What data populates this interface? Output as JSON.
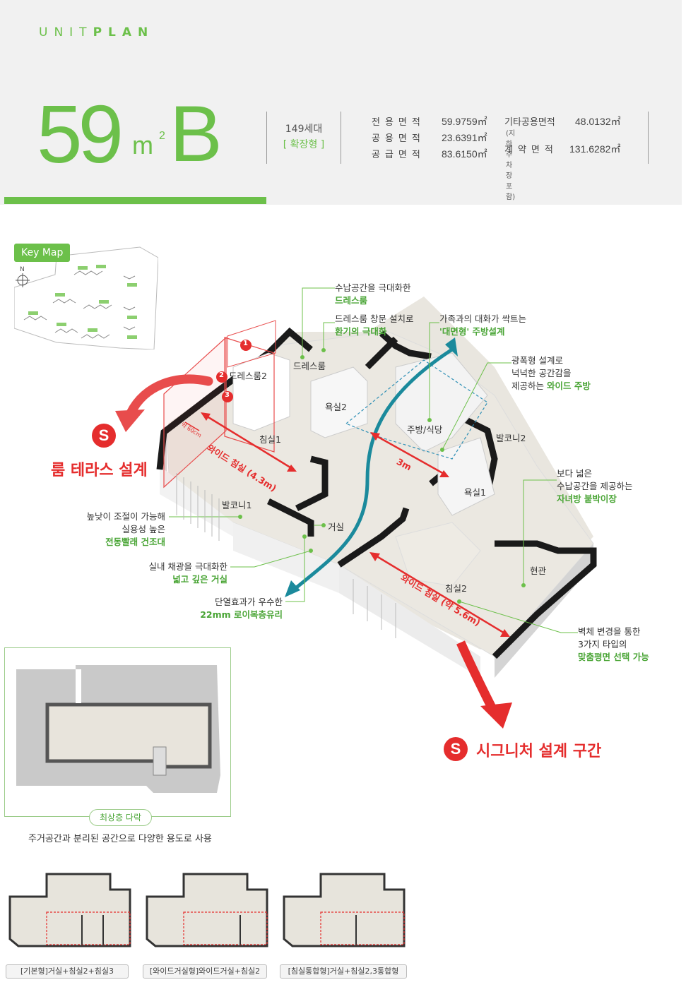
{
  "header": {
    "unitplan_light": "UNIT",
    "unitplan_bold": "PLAN",
    "size_number": "59",
    "size_unit": "m",
    "size_sup": "2",
    "size_type": "B",
    "households": "149세대",
    "households_type": "[ 확장형 ]"
  },
  "areas": {
    "exclusive_label": "전용면적",
    "exclusive_value": "59.9759㎡",
    "common_label": "공용면적",
    "common_value": "23.6391㎡",
    "supply_label": "공급면적",
    "supply_value": "83.6150㎡",
    "other_common_label": "기타공용면적",
    "other_common_note": "(지하주차장포함)",
    "other_common_value": "48.0132㎡",
    "contract_label": "계약면적",
    "contract_value": "131.6282㎡"
  },
  "keymap": {
    "title": "Key Map",
    "north": "N"
  },
  "rooms": {
    "dress1": "드레스룸",
    "dress2": "드레스룸2",
    "bath2": "욕실2",
    "bedroom1": "침실1",
    "kitchen": "주방/식당",
    "balcony2": "발코니2",
    "bath1": "욕실1",
    "balcony1": "발코니1",
    "living": "거실",
    "bedroom2": "침실2",
    "hall": "현관"
  },
  "dimensions": {
    "wide_bed1": "와이드 침실 (4.3m)",
    "wide_bed2": "와이드 침실 (약 5.6m)",
    "three_m": "3m",
    "small_dim": "약 60cm",
    "n1": "1",
    "n2": "2",
    "n3": "3"
  },
  "callouts": {
    "c1_line1": "수납공간을 극대화한",
    "c1_line2": "드레스룸",
    "c2_line1": "드레스룸 창문 설치로",
    "c2_line2": "환기의 극대화",
    "c3_line1": "가족과의 대화가 싹트는",
    "c3_line2": "'대면형' 주방설계",
    "c4_line1": "광폭형 설계로",
    "c4_line2": "넉넉한 공간감을",
    "c4_line3a": "제공하는 ",
    "c4_line3b": "와이드 주방",
    "c5_line1": "보다 넓은",
    "c5_line2": "수납공간을 제공하는",
    "c5_line3": "자녀방 붙박이장",
    "c6_line1": "높낮이 조절이 가능해",
    "c6_line2": "실용성 높은",
    "c6_line3": "전동빨래 건조대",
    "c7_line1": "실내 채광을 극대화한",
    "c7_line2": "넓고 깊은 거실",
    "c8_line1": "단열효과가 우수한",
    "c8_line2": "22mm 로이복층유리",
    "c9_line1": "벽체 변경을 통한",
    "c9_line2": "3가지 타입의",
    "c9_line3": "맞춤평면 선택 가능"
  },
  "badges": {
    "s": "S",
    "room_terrace": "룸 테라스 설계",
    "signature": "시그니처 설계 구간"
  },
  "attic": {
    "tag": "최상층 다락",
    "desc": "주거공간과 분리된 공간으로 다양한 용도로 사용"
  },
  "variants": [
    {
      "label": "[기본형]거실+침실2+침실3"
    },
    {
      "label": "[와이드거실형]와이드거실+침실2"
    },
    {
      "label": "[침실통합형]거실+침실2,3통합형"
    }
  ],
  "colors": {
    "accent_green": "#6cc04a",
    "callout_green": "#4aa536",
    "signature_red": "#e52d2d",
    "flow_teal": "#1b8a9c"
  }
}
